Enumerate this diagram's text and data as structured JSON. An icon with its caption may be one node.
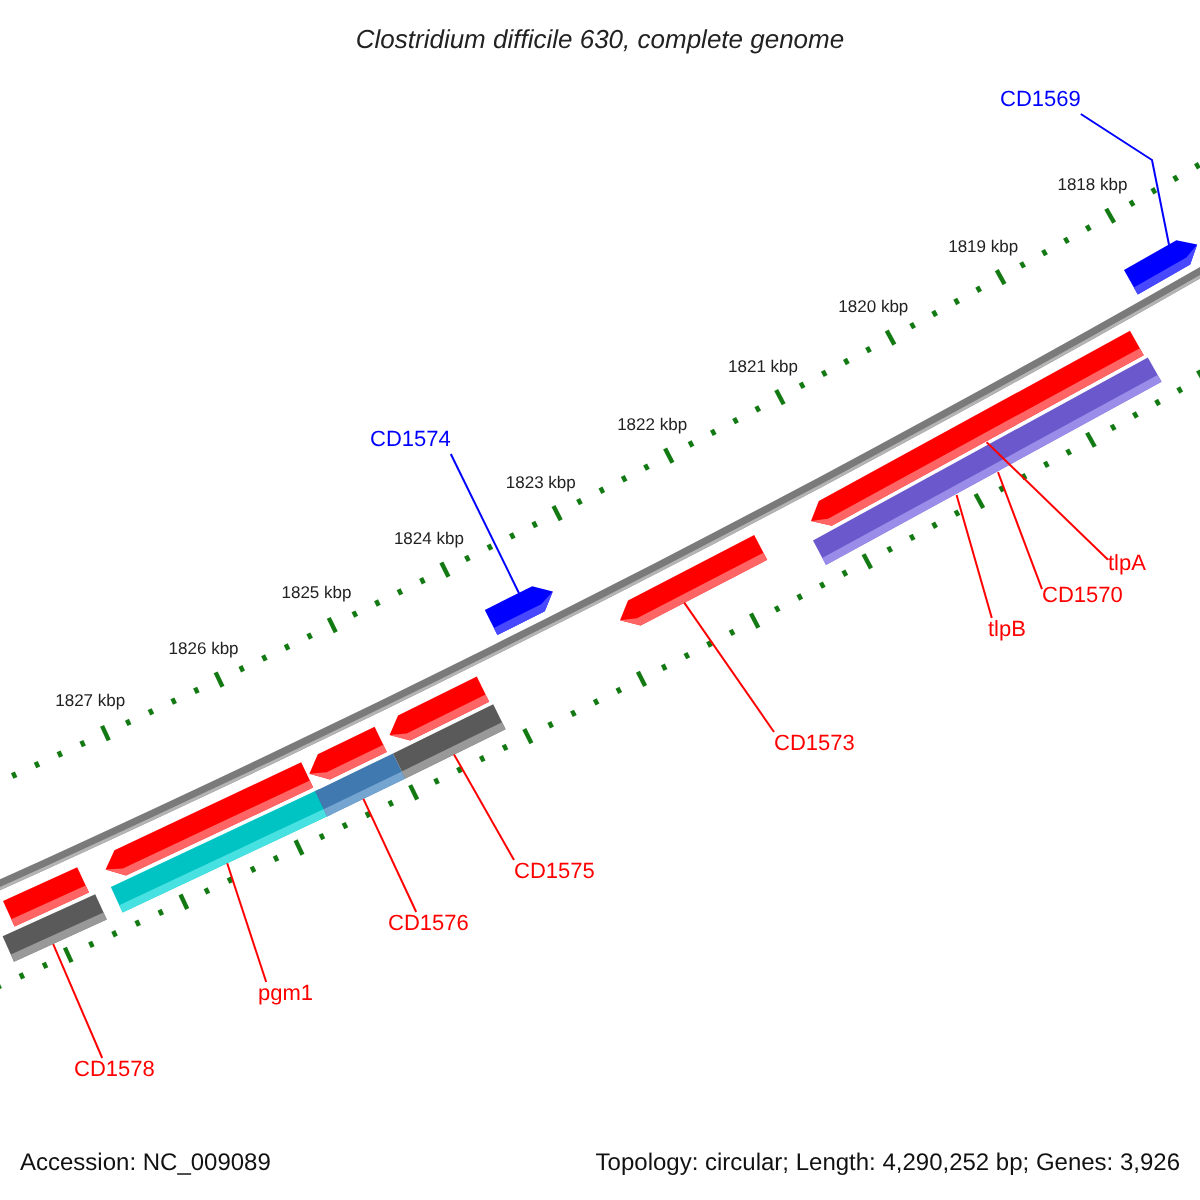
{
  "diagram": {
    "title": "Clostridium difficile 630, complete genome",
    "nodes": [
      {
        "text": [
          "CD1569"
        ]
      },
      {
        "text": [
          "CD1574"
        ]
      },
      {
        "text": [
          "CD1573"
        ]
      },
      {
        "text": [
          "tlpA"
        ]
      },
      {
        "text": [
          "CD1570"
        ]
      },
      {
        "text": [
          "tlpB"
        ]
      },
      {
        "text": [
          "CD1575"
        ]
      },
      {
        "text": [
          "CD1576"
        ]
      },
      {
        "text": [
          "pgm1"
        ]
      },
      {
        "text": [
          "CD1578"
        ]
      },
      {
        "text": [],
        "shape": "bar"
      },
      {
        "text": [],
        "shape": "bar"
      },
      {
        "text": [],
        "shape": "arrow"
      },
      {
        "text": [],
        "shape": "bar"
      },
      {
        "text": [],
        "shape": "arrow"
      },
      {
        "text": [],
        "shape": "bar"
      },
      {
        "text": [],
        "shape": "arrow"
      },
      {
        "text": [],
        "shape": "bar"
      },
      {
        "text": [],
        "shape": "arrow"
      },
      {
        "text": [],
        "shape": "arrow"
      },
      {
        "text": [],
        "shape": "arrow"
      },
      {
        "text": [],
        "shape": "bar"
      },
      {
        "text": [],
        "shape": "arrow"
      }
    ],
    "edges": [
      {
        "from": 0,
        "to": 22,
        "arrow": "none",
        "color": "#0000ff"
      },
      {
        "from": 1,
        "to": 18,
        "arrow": "none",
        "color": "#0000ff"
      },
      {
        "from": 2,
        "to": 19,
        "arrow": "none"
      },
      {
        "from": 3,
        "to": 20,
        "arrow": "none"
      },
      {
        "from": 4,
        "to": 21,
        "arrow": "none"
      },
      {
        "from": 5,
        "to": 21,
        "arrow": "none"
      },
      {
        "from": 6,
        "to": 17,
        "arrow": "none"
      },
      {
        "from": 7,
        "to": 15,
        "arrow": "none"
      },
      {
        "from": 8,
        "to": 13,
        "arrow": "none"
      },
      {
        "from": 9,
        "to": 11,
        "arrow": "none"
      }
    ],
    "labels": [
      "1818 kbp",
      "1819 kbp",
      "1820 kbp",
      "1821 kbp",
      "1822 kbp",
      "1823 kbp",
      "1824 kbp",
      "1825 kbp",
      "1826 kbp",
      "1827 kbp",
      "Accession: NC_009089",
      "Topology: circular; Length: 4,290,252 bp; Genes: 3,926"
    ]
  }
}
